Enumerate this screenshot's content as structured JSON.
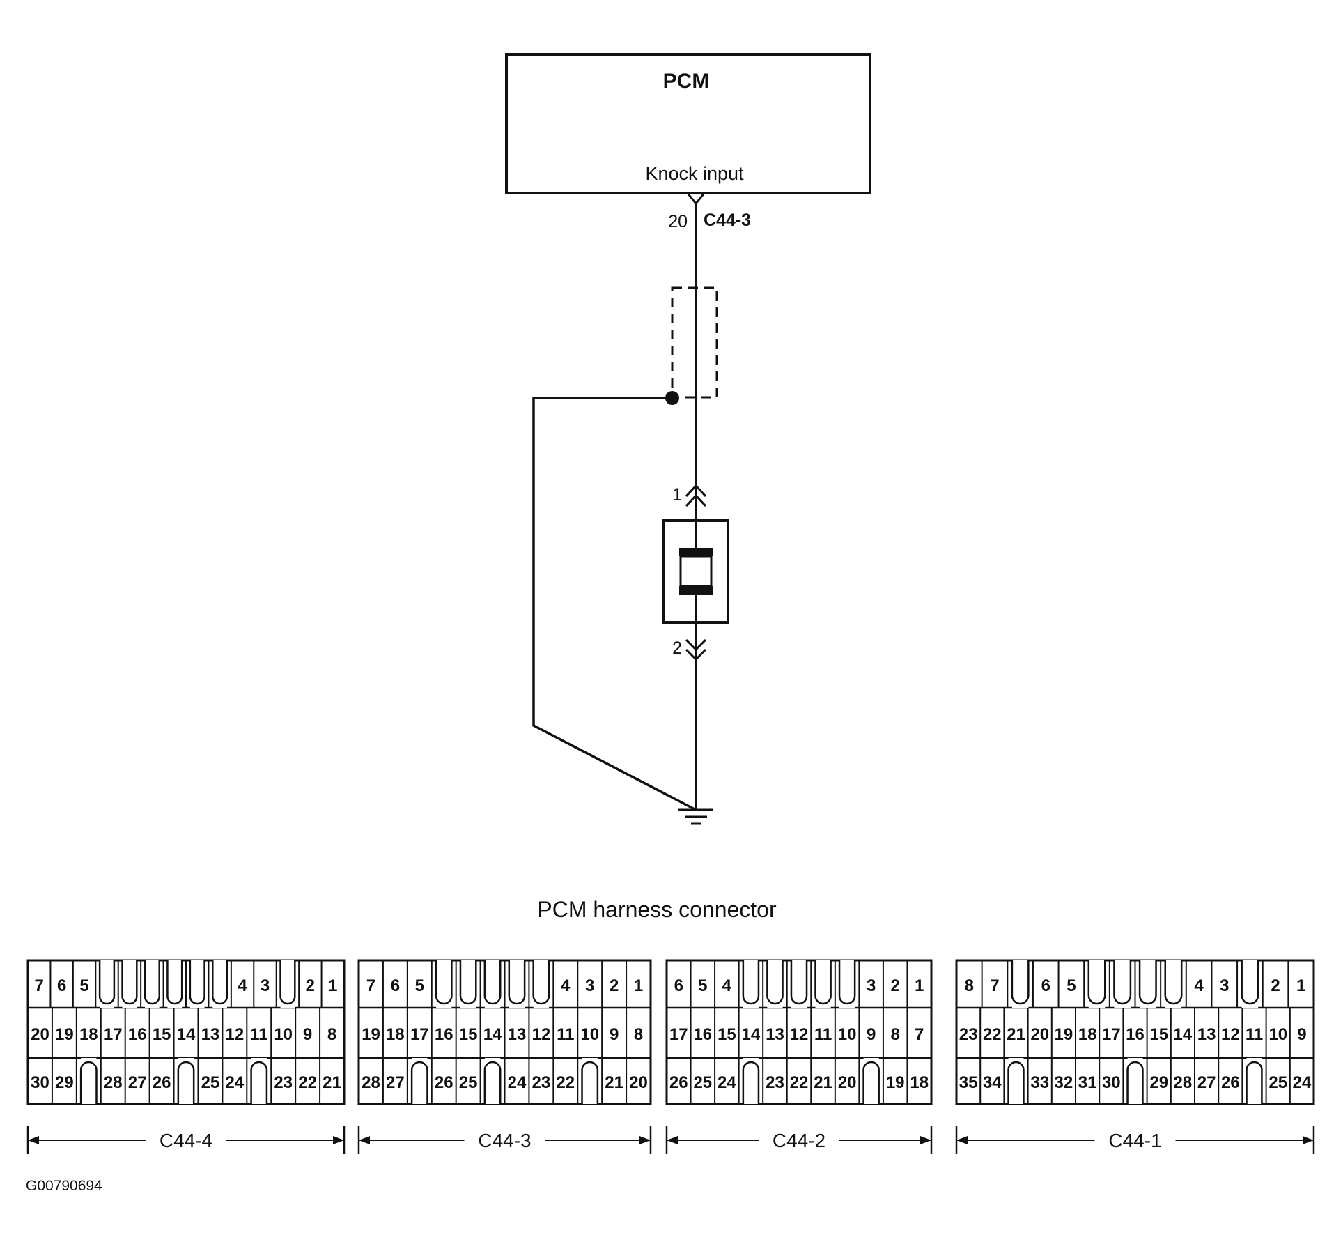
{
  "schematic": {
    "module_label": "PCM",
    "input_label": "Knock input",
    "pin_number": "20",
    "connector_id": "C44-3",
    "sensor_pin_top": "1",
    "sensor_pin_bottom": "2"
  },
  "connector_title": "PCM harness connector",
  "connectors": [
    {
      "id": "C44-4",
      "row1": [
        "7",
        "6",
        "5",
        "",
        "",
        "",
        "",
        "",
        "",
        "4",
        "3",
        "",
        "2",
        "1"
      ],
      "row2": [
        "20",
        "19",
        "18",
        "17",
        "16",
        "15",
        "14",
        "13",
        "12",
        "11",
        "10",
        "9",
        "8"
      ],
      "row3": [
        "30",
        "29",
        "",
        "28",
        "27",
        "26",
        "",
        "25",
        "24",
        "",
        "23",
        "22",
        "21"
      ]
    },
    {
      "id": "C44-3",
      "row1": [
        "7",
        "6",
        "5",
        "",
        "",
        "",
        "",
        "",
        "4",
        "3",
        "2",
        "1"
      ],
      "row2": [
        "19",
        "18",
        "17",
        "16",
        "15",
        "14",
        "13",
        "12",
        "11",
        "10",
        "9",
        "8"
      ],
      "row3": [
        "28",
        "27",
        "",
        "26",
        "25",
        "",
        "24",
        "23",
        "22",
        "",
        "21",
        "20"
      ]
    },
    {
      "id": "C44-2",
      "row1": [
        "6",
        "5",
        "4",
        "",
        "",
        "",
        "",
        "",
        "3",
        "2",
        "1"
      ],
      "row2": [
        "17",
        "16",
        "15",
        "14",
        "13",
        "12",
        "11",
        "10",
        "9",
        "8",
        "7"
      ],
      "row3": [
        "26",
        "25",
        "24",
        "",
        "23",
        "22",
        "21",
        "20",
        "",
        "19",
        "18"
      ]
    },
    {
      "id": "C44-1",
      "row1": [
        "8",
        "7",
        "",
        "6",
        "5",
        "",
        "",
        "",
        "",
        "4",
        "3",
        "",
        "2",
        "1"
      ],
      "row2": [
        "23",
        "22",
        "21",
        "20",
        "19",
        "18",
        "17",
        "16",
        "15",
        "14",
        "13",
        "12",
        "11",
        "10",
        "9"
      ],
      "row3": [
        "35",
        "34",
        "",
        "33",
        "32",
        "31",
        "30",
        "",
        "29",
        "28",
        "27",
        "26",
        "",
        "25",
        "24"
      ]
    }
  ],
  "figure_id": "G00790694"
}
